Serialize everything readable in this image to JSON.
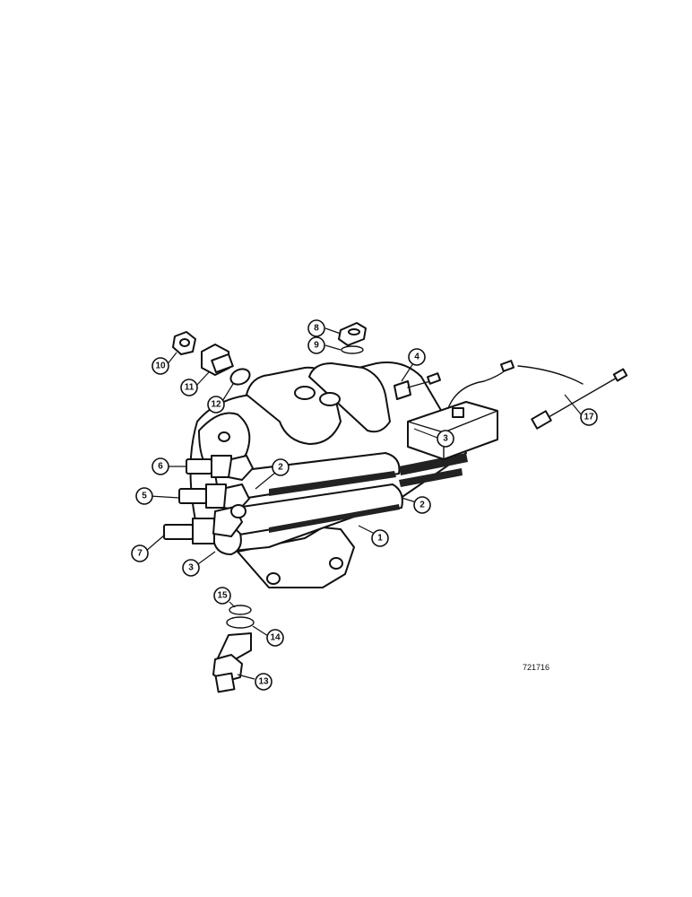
{
  "figure": {
    "reference_code": "721716"
  },
  "callouts": [
    {
      "id": "c1",
      "label": "1"
    },
    {
      "id": "c2a",
      "label": "2"
    },
    {
      "id": "c2b",
      "label": "2"
    },
    {
      "id": "c3a",
      "label": "3"
    },
    {
      "id": "c3b",
      "label": "3"
    },
    {
      "id": "c4",
      "label": "4"
    },
    {
      "id": "c5",
      "label": "5"
    },
    {
      "id": "c6",
      "label": "6"
    },
    {
      "id": "c7",
      "label": "7"
    },
    {
      "id": "c8",
      "label": "8"
    },
    {
      "id": "c9",
      "label": "9"
    },
    {
      "id": "c10",
      "label": "10"
    },
    {
      "id": "c11",
      "label": "11"
    },
    {
      "id": "c12",
      "label": "12"
    },
    {
      "id": "c13",
      "label": "13"
    },
    {
      "id": "c14",
      "label": "14"
    },
    {
      "id": "c15",
      "label": "15"
    },
    {
      "id": "c17",
      "label": "17"
    }
  ]
}
